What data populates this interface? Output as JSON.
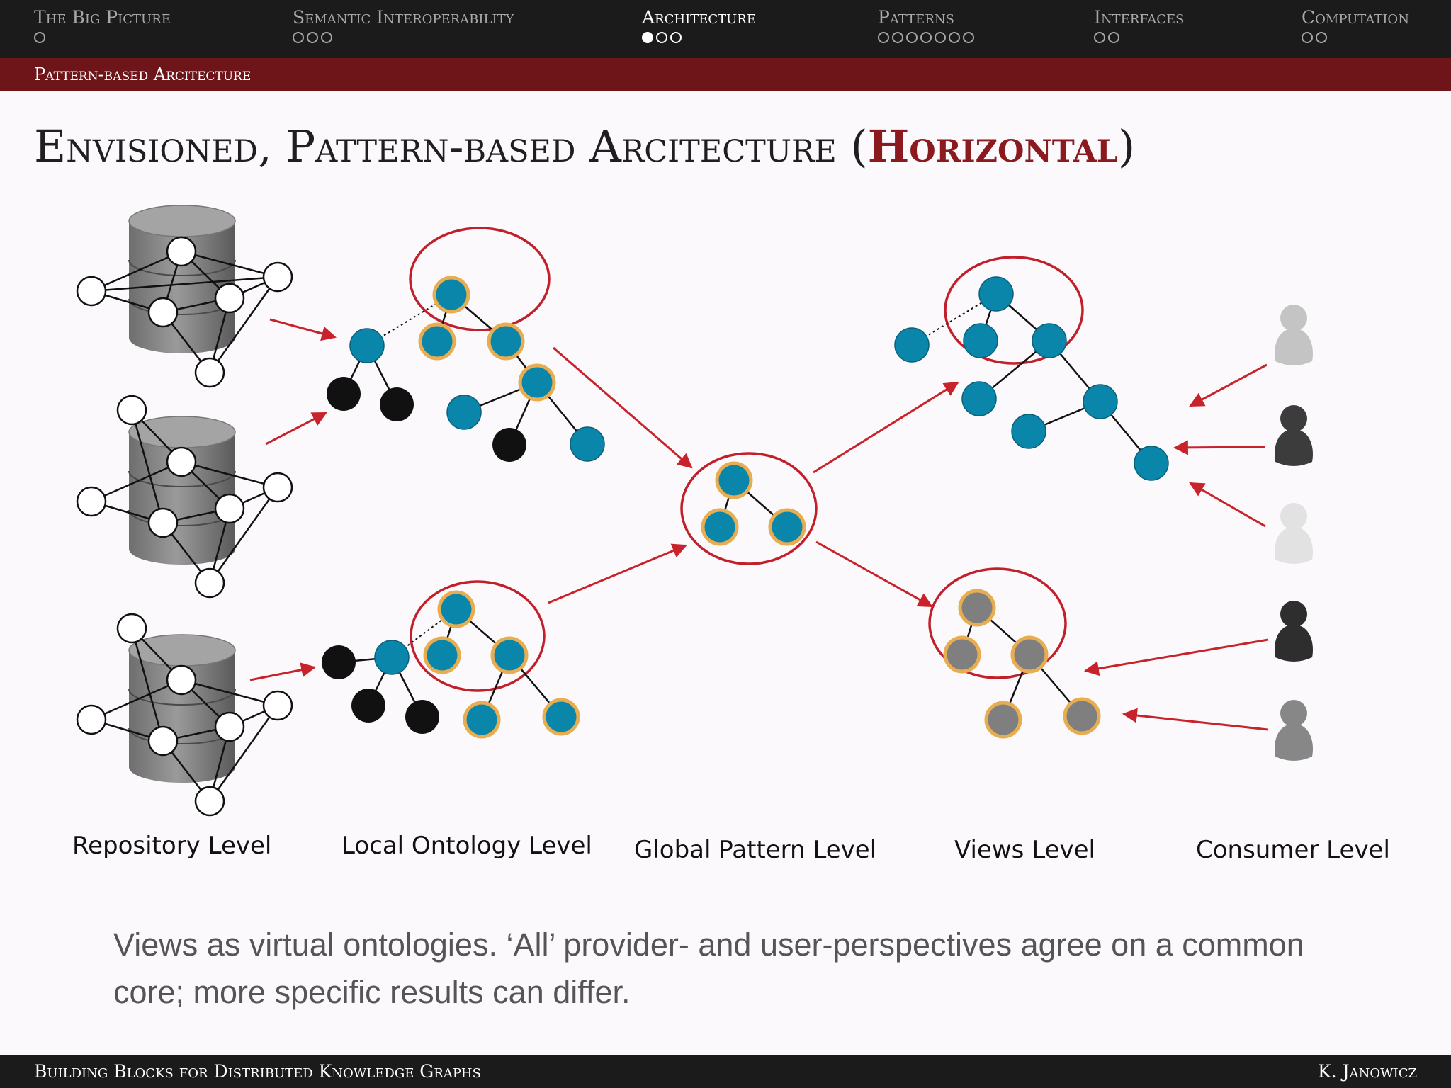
{
  "nav": {
    "sections": [
      {
        "label": "The Big Picture",
        "dots": 1,
        "filled": 0,
        "active": false
      },
      {
        "label": "Semantic Interoperability",
        "dots": 3,
        "filled": 0,
        "active": false
      },
      {
        "label": "Architecture",
        "dots": 3,
        "filled": 1,
        "active": true
      },
      {
        "label": "Patterns",
        "dots": 7,
        "filled": 0,
        "active": false
      },
      {
        "label": "Interfaces",
        "dots": 2,
        "filled": 0,
        "active": false
      },
      {
        "label": "Computation",
        "dots": 2,
        "filled": 0,
        "active": false
      }
    ],
    "subsection": "Pattern-based Arcitecture"
  },
  "slide": {
    "title_main": "Envisioned, Pattern-based Arcitecture (",
    "title_accent": "Horizontal",
    "title_end": ")",
    "caption": "Views as virtual ontologies. ‘All’ provider- and user-perspectives agree on a common core; more specific results can differ."
  },
  "diagram": {
    "levels": [
      "Repository Level",
      "Local Ontology Level",
      "Global Pattern Level",
      "Views Level",
      "Consumer Level"
    ],
    "colors": {
      "arrow": "#c8232b",
      "highlight_circle": "#c11f2a",
      "teal_node": "#0a86ab",
      "gold_ring": "#e8ad50",
      "black_node": "#111111",
      "gray_node": "#7f7f7f"
    },
    "consumer_tones": [
      "#c4c4c4",
      "#3c3c3c",
      "#e2e2e2",
      "#2e2e2e",
      "#878787"
    ]
  },
  "footer": {
    "left": "Building Blocks for Distributed Knowledge Graphs",
    "right": "K. Janowicz"
  }
}
